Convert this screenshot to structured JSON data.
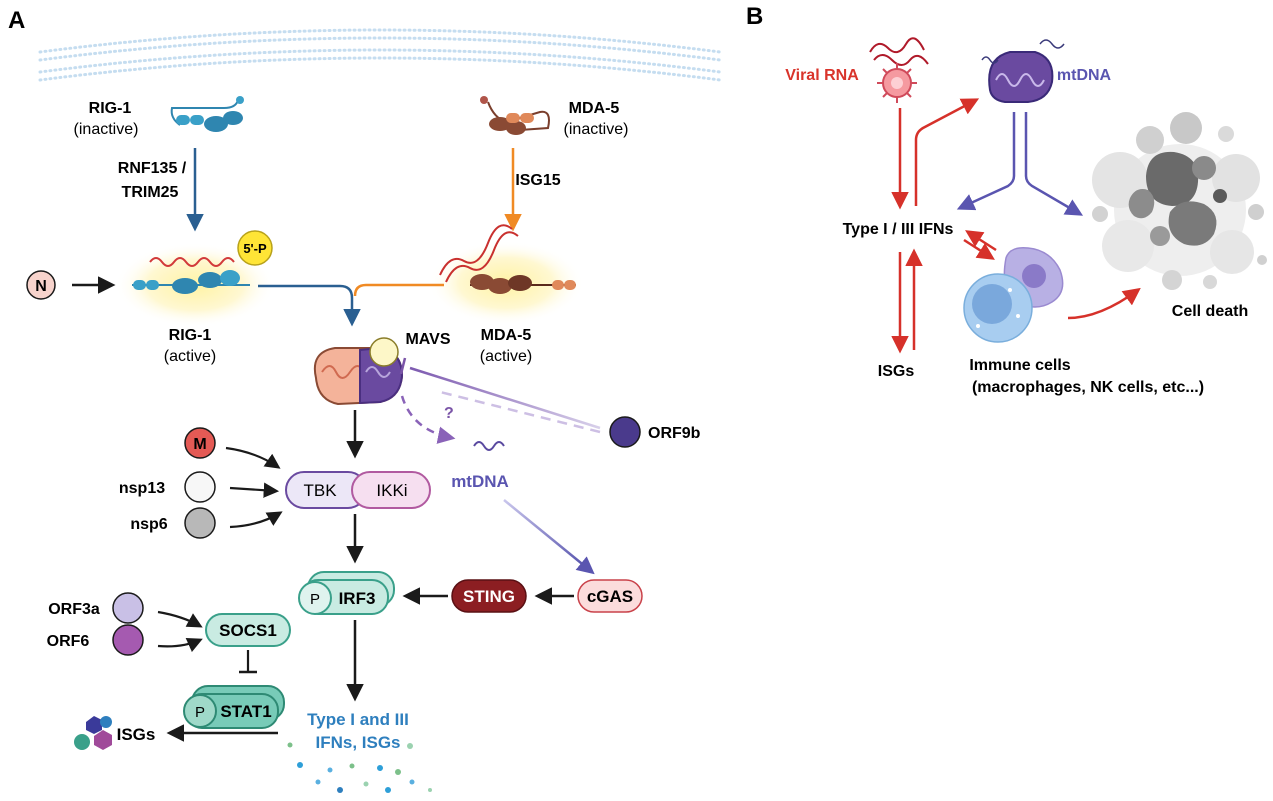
{
  "panels": {
    "a": "A",
    "b": "B"
  },
  "panel_a": {
    "rig1_inactive": {
      "name": "RIG-1",
      "state": "(inactive)"
    },
    "mda5_inactive": {
      "name": "MDA-5",
      "state": "(inactive)"
    },
    "rnf135": "RNF135 /",
    "trim25": "TRIM25",
    "isg15": "ISG15",
    "five_p": "5'-P",
    "n": "N",
    "rig1_active": {
      "name": "RIG-1",
      "state": "(active)"
    },
    "mda5_active": {
      "name": "MDA-5",
      "state": "(active)"
    },
    "mavs": "MAVS",
    "question": "?",
    "orf9b": "ORF9b",
    "m": "M",
    "nsp13": "nsp13",
    "nsp6": "nsp6",
    "tbk": "TBK",
    "ikki": "IKKi",
    "mtdna": "mtDNA",
    "p": "P",
    "irf3": "IRF3",
    "sting": "STING",
    "cgas": "cGAS",
    "orf3a": "ORF3a",
    "orf6": "ORF6",
    "socs1": "SOCS1",
    "stat1": "STAT1",
    "isgs": "ISGs",
    "output_line1": "Type I and III",
    "output_line2": "IFNs, ISGs"
  },
  "panel_b": {
    "viral_rna": "Viral RNA",
    "mtdna": "mtDNA",
    "ifns": "Type I / III IFNs",
    "isgs": "ISGs",
    "immune_line1": "Immune cells",
    "immune_line2": "(macrophages, NK cells, etc...)",
    "cell_death": "Cell death"
  },
  "colors": {
    "rig1_blue": "#3a9fc6",
    "mda5_brown": "#8a4a34",
    "arrow_blue": "#2a5f91",
    "arrow_orange": "#f08a24",
    "purple": "#7b55a8",
    "mtdna_text": "#6a5bb0",
    "teal": "#69c9b5",
    "sting_red": "#8c1e22",
    "cgas_pink": "#f7d2d2",
    "red_text": "#d9342b",
    "blue_text": "#2e7fbe"
  }
}
